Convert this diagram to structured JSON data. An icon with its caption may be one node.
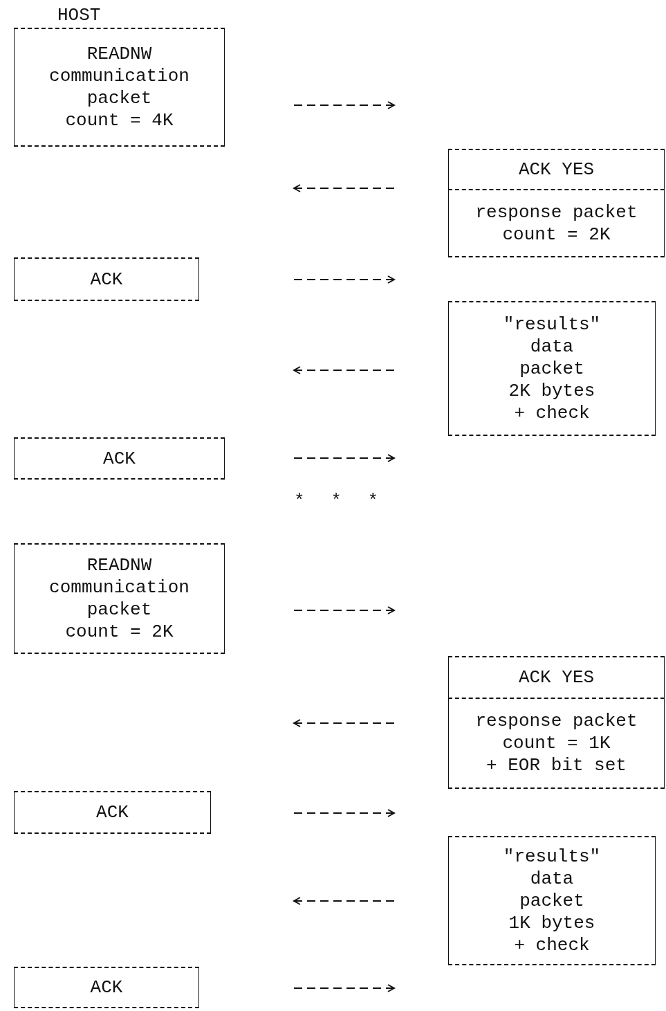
{
  "diagram": {
    "nodes": [
      {
        "text": [
          "READNW communication packet count = 4K"
        ]
      },
      {
        "text": [
          "ACK YES"
        ]
      },
      {
        "text": [
          "response packet count = 2K"
        ]
      },
      {
        "text": [
          "ACK"
        ]
      },
      {
        "text": [
          "\"results\" data packet 2K bytes + check"
        ]
      },
      {
        "text": [
          "ACK"
        ]
      },
      {
        "text": [
          "READNW communication packet count = 2K"
        ]
      },
      {
        "text": [
          "ACK YES"
        ]
      },
      {
        "text": [
          "response packet count = 1K + EOR bit set"
        ]
      },
      {
        "text": [
          "ACK"
        ]
      },
      {
        "text": [
          "\"results\" data packet 1K bytes + check"
        ]
      },
      {
        "text": [
          "ACK"
        ]
      }
    ],
    "labels": [
      "HOST",
      "* * *"
    ]
  }
}
